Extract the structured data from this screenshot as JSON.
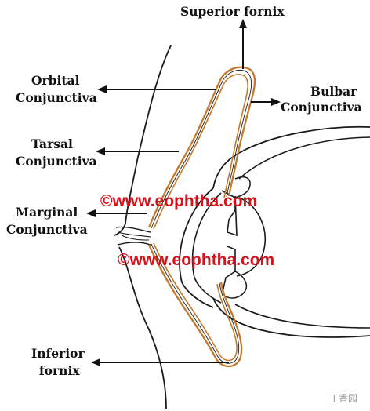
{
  "labels": {
    "superior_fornix": "Superior fornix",
    "bulbar_1": "Bulbar",
    "bulbar_2": "Conjunctiva",
    "orbital_1": "Orbital",
    "orbital_2": "Conjunctiva",
    "tarsal_1": "Tarsal",
    "tarsal_2": "Conjunctiva",
    "marginal_1": "Marginal",
    "marginal_2": "Conjunctiva",
    "inferior_1": "Inferior",
    "inferior_2": "fornix"
  },
  "watermarks": {
    "upper": "©www.eophtha.com",
    "lower": "©www.eophtha.com"
  },
  "corner_logo": "丁香园",
  "colors": {
    "conjunctiva": "#c47a2c",
    "outline": "#1a1a1a",
    "watermark": "#d8121c"
  }
}
